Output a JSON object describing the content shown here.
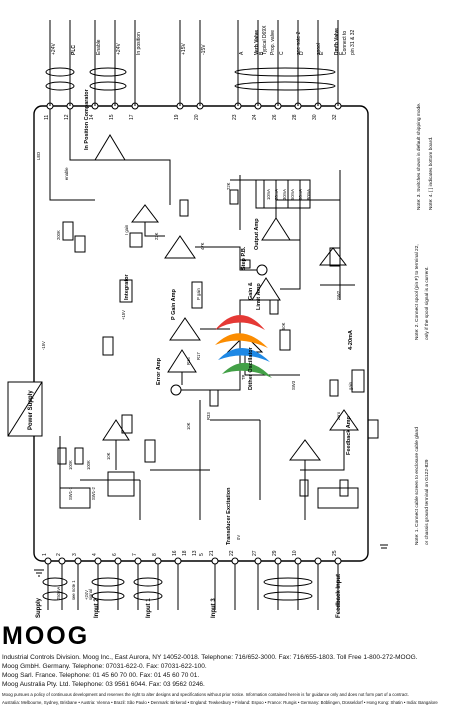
{
  "diagram": {
    "top_connectors": [
      {
        "pin": "11",
        "label": "+24V"
      },
      {
        "pin": "12",
        "label": "PLC"
      },
      {
        "pin": "14",
        "label": "Enable"
      },
      {
        "pin": "15",
        "label": "+24V"
      },
      {
        "pin": "17",
        "label": "In position"
      },
      {
        "pin": "19",
        "label": "+15V"
      },
      {
        "pin": "20",
        "label": "-15V"
      },
      {
        "pin": "23",
        "label": "A"
      },
      {
        "pin": "24",
        "label": "B"
      },
      {
        "pin": "26",
        "label": "C"
      },
      {
        "pin": "28",
        "label": "D"
      },
      {
        "pin": "30",
        "label": "E"
      },
      {
        "pin": "32",
        "label": "F"
      }
    ],
    "top_right_labels": [
      "Verb Valve",
      "Typical D69X",
      "Prop. valve",
      "see note 2",
      "spool",
      "Dmfb Valve",
      "Connect to",
      "pin 31 & 32"
    ],
    "bottom_connectors": [
      {
        "pin": "1"
      },
      {
        "pin": "2"
      },
      {
        "pin": "3"
      },
      {
        "pin": "4"
      },
      {
        "pin": "6"
      },
      {
        "pin": "7"
      },
      {
        "pin": "8"
      },
      {
        "pin": "16"
      },
      {
        "pin": "18"
      },
      {
        "pin": "13"
      },
      {
        "pin": "5"
      },
      {
        "pin": "21"
      },
      {
        "pin": "22"
      },
      {
        "pin": "27"
      },
      {
        "pin": "29"
      },
      {
        "pin": "10"
      },
      {
        "pin": "25"
      }
    ],
    "groups": {
      "supply": "Supply",
      "input1": "Input 1",
      "input2": "Input 2",
      "input3": "Input 3",
      "feedback_input": "Feedback Input"
    },
    "blocks": {
      "power_supply": "Power Supply",
      "in_position_comparator": "In Position Comparator",
      "integrator": "Integrator",
      "p_gain_amp": "P Gain Amp",
      "error_amp": "Error Amp",
      "step_pb": "Step P.B.",
      "gain_amp": "Gain &",
      "limit_amp": "Limit Amp",
      "output_amp": "Output Amp",
      "dither_oscillator": "Dither Oscillator",
      "feedback_amp": "Feedback Amp",
      "transducer_excitation": "Transducer Excitation",
      "current_4_20": "4-20mA"
    },
    "misc_labels": [
      "100K",
      "100K",
      "10K",
      "10K",
      "22K",
      "22K",
      "47K",
      "50K",
      "200K",
      "LED",
      "enable",
      "I gain",
      "P gain",
      "gain",
      "zero",
      "TP",
      "+15V",
      "-15V",
      "SW1-1",
      "SW1-2",
      "SW2",
      "SW3",
      "R33",
      "R17",
      "R16",
      "10mA",
      "20mA",
      "30mA",
      "50mA",
      "60mA",
      "80mA",
      "0V",
      "signal",
      "+24V",
      "250mA",
      "see note 1"
    ],
    "notes": [
      "Note: 3. Switches shown in default shipping mode.",
      "Note: 4. [ ] indicates bottom board.",
      "Note: 2. Connect spool (pin F) to terminal 22,",
      "only if the spool signal is a current.",
      "Note: 1. Connect cable screen to enclosure cable gland",
      "or chassis ground terminal on G122-829"
    ]
  },
  "footer": {
    "logo": "MOOG",
    "lines": [
      "Industrial Controls Division. Moog Inc., East Aurora, NY 14052-0018. Telephone: 716/652-3000. Fax: 716/655-1803. Toll Free 1-800-272-MOOG.",
      "Moog GmbH. Germany. Telephone: 07031-622-0. Fax: 07031-622-100.",
      "Moog Sarl. France. Telephone: 01 45 60 70 00. Fax: 01 45 60 70 01.",
      "Moog Australia Pty. Ltd. Telephone: 03 9561 6044. Fax: 03 9562 0246.",
      "Moog pursues a policy of continuous development and reserves the right to alter designs and specifications without prior notice. Information contained herein is for guidance only and does not form part of a contract.",
      "Australia: Melbourne, Sydney, Brisbane • Austria: Vienna • Brazil: São Paulo • Denmark: Birkerod • England: Tewkesbury • Finland: Espoo • France: Rungis • Germany: Böblingen, Düsseldorf • Hong Kong: Shatin • India: Bangalore"
    ]
  }
}
